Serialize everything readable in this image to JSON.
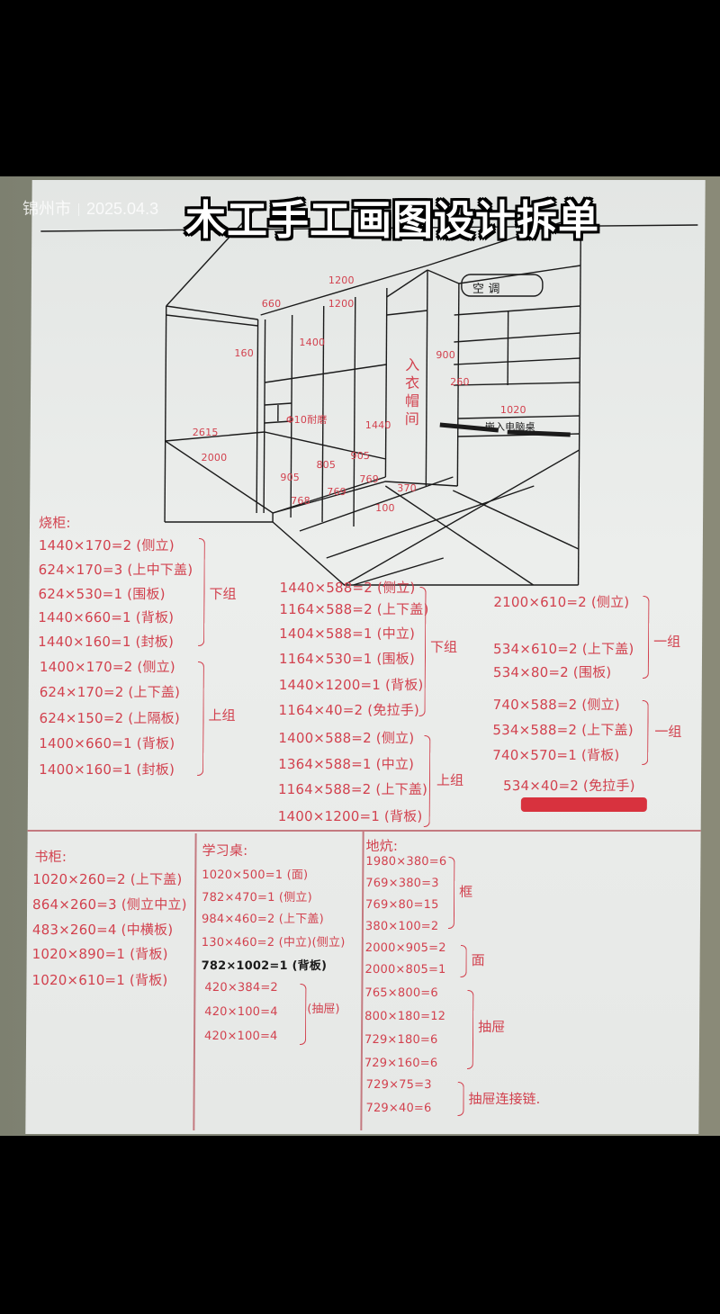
{
  "overlay": {
    "title": "木工手工画图设计拆单",
    "location": "锦州市",
    "date": "2025.04.3"
  },
  "drawing": {
    "labels": [
      "1200",
      "660",
      "1200",
      "160",
      "1400",
      "900",
      "260",
      "空 调",
      "入衣帽间",
      "1440",
      "2615",
      "2000",
      "905",
      "805",
      "905",
      "768",
      "769",
      "769",
      "370",
      "100",
      "1020",
      "嵌入电脑桌",
      "Φ10耐磨"
    ]
  },
  "wardrobe": {
    "title": "烧柜:",
    "lower": {
      "label": "下组",
      "rows": [
        "1440×170=2 (侧立)",
        "624×170=3 (上中下盖)",
        "624×530=1 (围板)",
        "1440×660=1 (背板)",
        "1440×160=1 (封板)"
      ]
    },
    "upper": {
      "label": "上组",
      "rows": [
        "1400×170=2 (侧立)",
        "624×170=2 (上下盖)",
        "624×150=2 (上隔板)",
        "1400×660=1 (背板)",
        "1400×160=1 (封板)"
      ]
    }
  },
  "cabinet_middle": {
    "lower": {
      "label": "下组",
      "rows": [
        "1440×588=2 (侧立)",
        "1164×588=2 (上下盖)",
        "1404×588=1 (中立)",
        "1164×530=1 (围板)",
        "1440×1200=1 (背板)",
        "1164×40=2 (免拉手)"
      ]
    },
    "upper": {
      "label": "上组",
      "rows": [
        "1400×588=2 (侧立)",
        "1364×588=1 (中立)",
        "1164×588=2 (上下盖)",
        "1400×1200=1 (背板)"
      ]
    }
  },
  "cabinet_right": {
    "group1": {
      "label": "一组",
      "rows": [
        "2100×610=2 (侧立)",
        "534×610=2 (上下盖)",
        "534×80=2 (围板)"
      ]
    },
    "group2": {
      "label": "一组",
      "rows": [
        "740×588=2 (侧立)",
        "534×588=2 (上下盖)",
        "740×570=1 (背板)"
      ]
    },
    "extra": "534×40=2 (免拉手)"
  },
  "bookcase": {
    "title": "书柜:",
    "rows": [
      "1020×260=2 (上下盖)",
      "864×260=3 (侧立中立)",
      "483×260=4 (中横板)",
      "1020×890=1 (背板)",
      "1020×610=1 (背板)"
    ]
  },
  "desk": {
    "title": "学习桌:",
    "rows": [
      "1020×500=1 (面)",
      "782×470=1 (侧立)",
      "984×460=2 (上下盖)",
      "130×460=2 (中立)(侧立)"
    ],
    "black_row": "782×1002=1 (背板)",
    "drawer": {
      "label": "(抽屉)",
      "rows": [
        "420×384=2",
        "420×100=4",
        "420×100=4"
      ]
    }
  },
  "floor_bed": {
    "title": "地炕:",
    "frame": {
      "label": "框",
      "rows": [
        "1980×380=6",
        "769×380=3",
        "769×80=15",
        "380×100=2"
      ]
    },
    "top": {
      "label": "面",
      "rows": [
        "2000×905=2",
        "2000×805=1"
      ]
    },
    "drawer": {
      "label": "抽屉",
      "rows": [
        "765×800=6",
        "800×180=12",
        "729×180=6",
        "729×160=6"
      ]
    },
    "link": {
      "label": "抽屉连接链.",
      "rows": [
        "729×75=3",
        "729×40=6"
      ]
    }
  },
  "colors": {
    "ink_red": "#d2414e",
    "ink_black": "#1a1a1a",
    "paper": "#e9ebe9"
  }
}
